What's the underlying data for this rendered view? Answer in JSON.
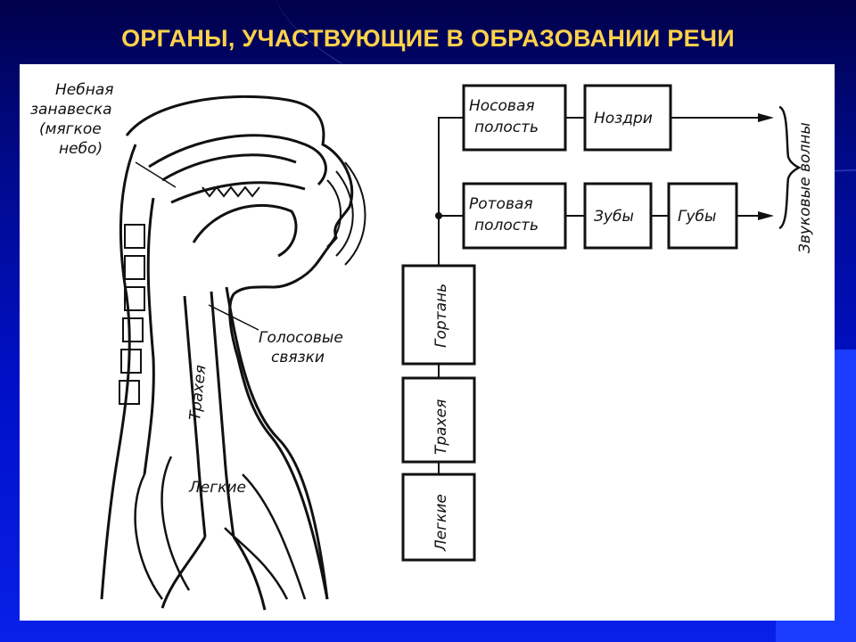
{
  "title": "ОРГАНЫ, УЧАСТВУЮЩИЕ В ОБРАЗОВАНИИ РЕЧИ",
  "anatomy_labels": {
    "soft_palate_1": "Небная",
    "soft_palate_2": "занавеска",
    "soft_palate_3": "(мягкое",
    "soft_palate_4": "небо)",
    "vocal_cords_1": "Голосовые",
    "vocal_cords_2": "связки",
    "trachea": "Трахея",
    "lungs": "Легкие"
  },
  "blocks": {
    "nasal_1": "Носовая",
    "nasal_2": "полость",
    "nostrils": "Ноздри",
    "oral_1": "Ротовая",
    "oral_2": "полость",
    "teeth": "Зубы",
    "lips": "Губы",
    "larynx": "Гортань",
    "trachea": "Трахея",
    "lungs": "Легкие"
  },
  "sound_waves": "Звуковые волны",
  "colors": {
    "title": "#ffd24a",
    "panel": "#ffffff",
    "ink": "#111111"
  }
}
